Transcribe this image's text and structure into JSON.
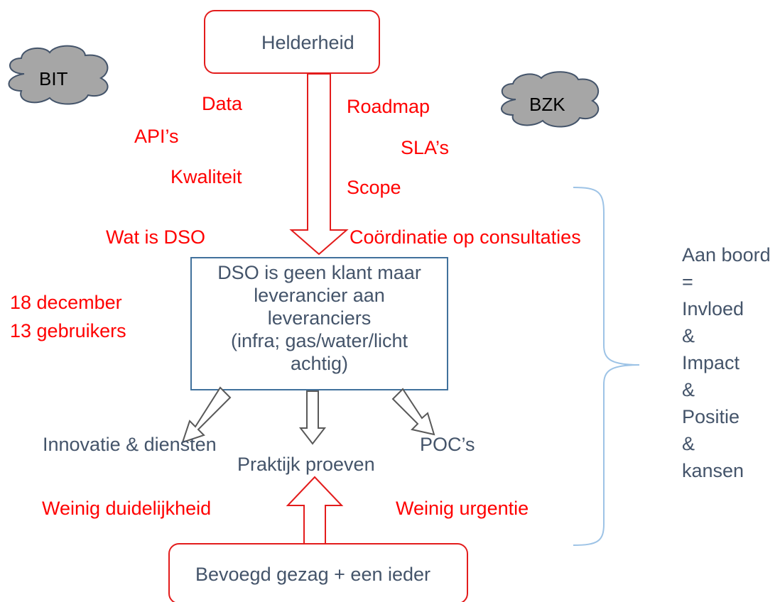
{
  "top_box": "Helderheid",
  "bottom_box": "Bevoegd gezag + een ieder",
  "clouds": {
    "left": "BIT",
    "right": "BZK"
  },
  "red_labels": {
    "data": "Data",
    "apis": "API’s",
    "kwaliteit": "Kwaliteit",
    "wat_is_dso": "Wat is DSO",
    "roadmap": "Roadmap",
    "slas": "SLA’s",
    "scope": "Scope",
    "coordinatie": "Coördinatie op consultaties",
    "date_line1": "18 december",
    "date_line2": "13 gebruikers",
    "weinig_duidelijkheid": "Weinig duidelijkheid",
    "weinig_urgentie": "Weinig urgentie"
  },
  "center_box": {
    "lines": [
      "DSO is geen klant maar",
      "leverancier aan",
      "leveranciers",
      "(infra; gas/water/licht",
      "achtig)"
    ]
  },
  "outputs": {
    "innovatie": "Innovatie & diensten",
    "praktijk": "Praktijk proeven",
    "pocs": "POC’s"
  },
  "side_list": [
    "Aan boord",
    "=",
    "Invloed",
    "&",
    "Impact",
    "&",
    "Positie",
    "&",
    "kansen"
  ],
  "colors": {
    "red": "#ff0000",
    "text": "#44546a",
    "box_border_blue": "#41719c",
    "cloud_fill": "#a6a6a6",
    "brace": "#9dc3e6"
  }
}
